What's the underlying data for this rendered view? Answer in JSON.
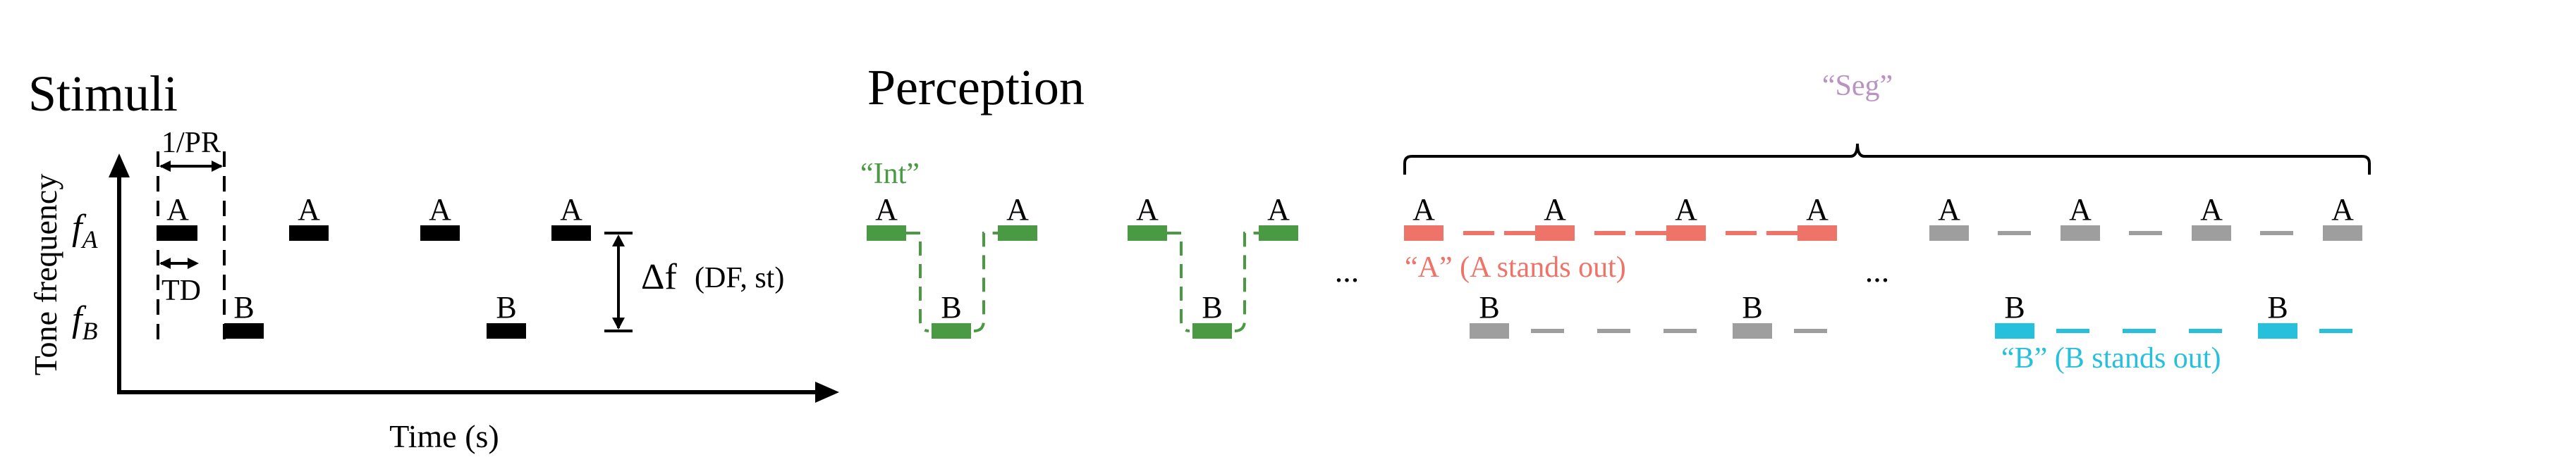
{
  "stimuli": {
    "title": "Stimuli",
    "y_axis_label": "Tone frequency",
    "x_axis_label": "Time (s)",
    "f_a_symbol": "f",
    "f_a_subscript": "A",
    "f_b_symbol": "f",
    "f_b_subscript": "B",
    "period_label": "1/PR",
    "td_label": "TD",
    "delta_f_symbol": "Δf",
    "delta_f_note": "(DF, st)",
    "a_tone_label": "A",
    "b_tone_label": "B"
  },
  "perception": {
    "title": "Perception",
    "int_label": "“Int”",
    "seg_label": "“Seg”",
    "a_stands_out_label": "“A” (A stands out)",
    "b_stands_out_label": "“B” (B stands out)",
    "ellipsis": "...",
    "a_tone_label": "A",
    "b_tone_label": "B"
  },
  "colors": {
    "stimuli": "#000000",
    "integrated": "#4a9a44",
    "segregated_brace": "#b993c2",
    "a_stands_out": "#ee7368",
    "b_stands_out": "#27c0dc",
    "background_stream": "#9e9e9e"
  }
}
